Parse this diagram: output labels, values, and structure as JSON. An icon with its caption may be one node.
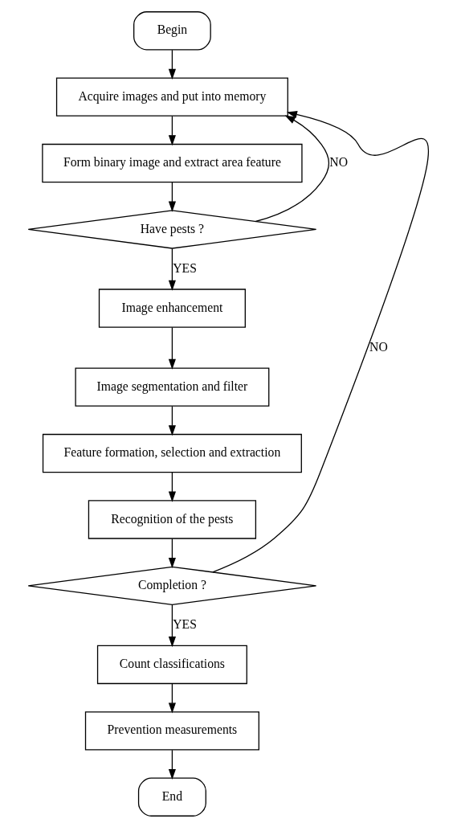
{
  "diagram": {
    "nodes": [
      {
        "text": [
          "Begin"
        ]
      },
      {
        "text": [
          "Acquire images and put into memory"
        ]
      },
      {
        "text": [
          "Form binary image and extract area feature"
        ]
      },
      {
        "text": [
          "Have pests ?"
        ]
      },
      {
        "text": [
          "Image enhancement"
        ]
      },
      {
        "text": [
          "Image segmentation and filter"
        ]
      },
      {
        "text": [
          "Feature formation, selection and extraction"
        ]
      },
      {
        "text": [
          "Recognition of the pests"
        ]
      },
      {
        "text": [
          "Completion ?"
        ]
      },
      {
        "text": [
          "Count classifications"
        ]
      },
      {
        "text": [
          "Prevention measurements"
        ]
      },
      {
        "text": [
          "End"
        ]
      }
    ],
    "edges": [
      {
        "from": 0,
        "to": 1,
        "arrow": "to"
      },
      {
        "from": 1,
        "to": 2,
        "arrow": "to"
      },
      {
        "from": 2,
        "to": 3,
        "arrow": "to"
      },
      {
        "from": 3,
        "to": 4,
        "arrow": "to",
        "label": "YES"
      },
      {
        "from": 3,
        "to": 1,
        "arrow": "to",
        "label": "NO"
      },
      {
        "from": 4,
        "to": 5,
        "arrow": "to"
      },
      {
        "from": 5,
        "to": 6,
        "arrow": "to"
      },
      {
        "from": 6,
        "to": 7,
        "arrow": "to"
      },
      {
        "from": 7,
        "to": 8,
        "arrow": "to"
      },
      {
        "from": 8,
        "to": 1,
        "arrow": "to",
        "label": "NO"
      },
      {
        "from": 8,
        "to": 9,
        "arrow": "to",
        "label": "YES"
      },
      {
        "from": 9,
        "to": 10,
        "arrow": "to"
      },
      {
        "from": 10,
        "to": 11,
        "arrow": "to"
      }
    ]
  }
}
